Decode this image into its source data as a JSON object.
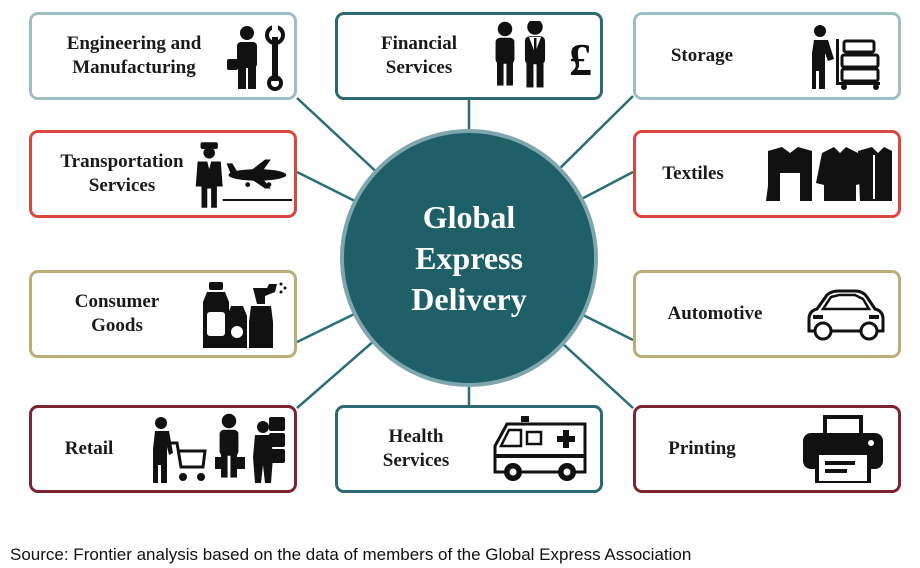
{
  "colors": {
    "hub": "#1f5f68",
    "hub_border": "#7fa6ac",
    "connector": "#2a6e78",
    "teal": "#9dbfc4",
    "dark_teal": "#2b6a72",
    "red": "#d9473e",
    "khaki": "#b9ad78",
    "maroon": "#7b2530",
    "icon": "#111111"
  },
  "hub": {
    "title": "Global\nExpress\nDelivery"
  },
  "sectors": [
    {
      "label": "Engineering and\nManufacturing",
      "icon": "worker-wrench-icon",
      "color": "teal"
    },
    {
      "label": "Financial\nServices",
      "icon": "business-people-pound-icon",
      "color": "dark_teal"
    },
    {
      "label": "Storage",
      "icon": "warehouse-trolley-icon",
      "color": "teal"
    },
    {
      "label": "Transportation\nServices",
      "icon": "pilot-airplane-icon",
      "color": "red"
    },
    {
      "label": "Textiles",
      "icon": "clothing-icon",
      "color": "red"
    },
    {
      "label": "Consumer\nGoods",
      "icon": "cleaning-products-icon",
      "color": "khaki"
    },
    {
      "label": "Automotive",
      "icon": "car-icon",
      "color": "khaki"
    },
    {
      "label": "Retail",
      "icon": "shoppers-icon",
      "color": "maroon"
    },
    {
      "label": "Health\nServices",
      "icon": "ambulance-icon",
      "color": "dark_teal"
    },
    {
      "label": "Printing",
      "icon": "printer-icon",
      "color": "maroon"
    }
  ],
  "source": "Source: Frontier analysis based on the data of members of the Global Express Association"
}
